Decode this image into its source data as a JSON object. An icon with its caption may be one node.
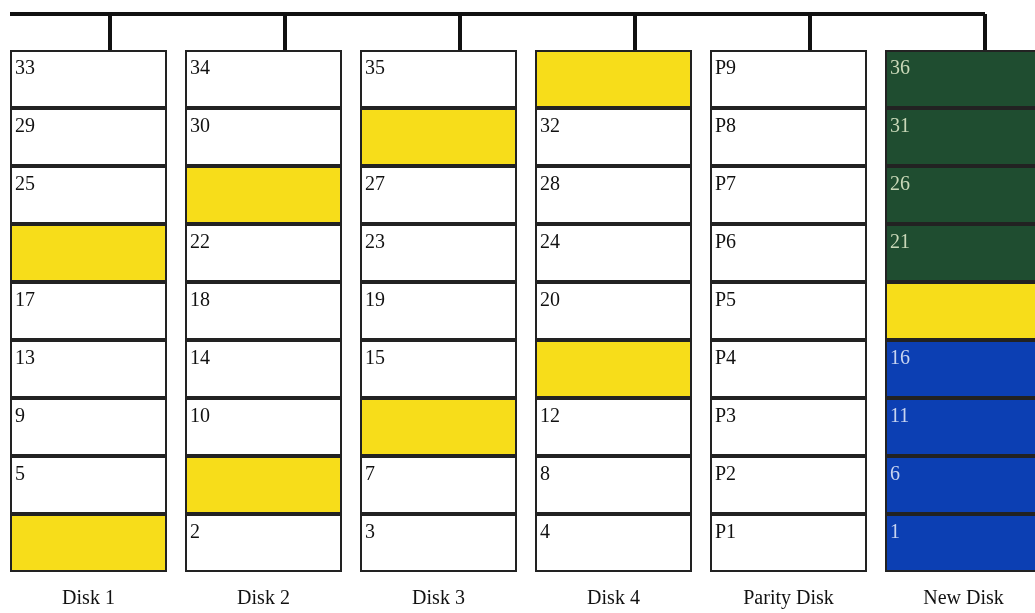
{
  "diagram": {
    "nodes": [
      {
        "text": [],
        "shape": "bar"
      },
      {
        "text": [
          "Disk 1"
        ]
      },
      {
        "text": [
          "33"
        ],
        "in": 1
      },
      {
        "text": [
          "29"
        ],
        "in": 1
      },
      {
        "text": [
          "25"
        ],
        "in": 1
      },
      {
        "text": [],
        "shape": "box",
        "in": 1
      },
      {
        "text": [
          "17"
        ],
        "in": 1
      },
      {
        "text": [
          "13"
        ],
        "in": 1
      },
      {
        "text": [
          "9"
        ],
        "in": 1
      },
      {
        "text": [
          "5"
        ],
        "in": 1
      },
      {
        "text": [],
        "shape": "box",
        "in": 1
      },
      {
        "text": [
          "Disk 2"
        ]
      },
      {
        "text": [
          "34"
        ],
        "in": 11
      },
      {
        "text": [
          "30"
        ],
        "in": 11
      },
      {
        "text": [],
        "shape": "box",
        "in": 11
      },
      {
        "text": [
          "22"
        ],
        "in": 11
      },
      {
        "text": [
          "18"
        ],
        "in": 11
      },
      {
        "text": [
          "14"
        ],
        "in": 11
      },
      {
        "text": [
          "10"
        ],
        "in": 11
      },
      {
        "text": [],
        "shape": "box",
        "in": 11
      },
      {
        "text": [
          "2"
        ],
        "in": 11
      },
      {
        "text": [
          "Disk 3"
        ]
      },
      {
        "text": [
          "35"
        ],
        "in": 21
      },
      {
        "text": [],
        "shape": "box",
        "in": 21
      },
      {
        "text": [
          "27"
        ],
        "in": 21
      },
      {
        "text": [
          "23"
        ],
        "in": 21
      },
      {
        "text": [
          "19"
        ],
        "in": 21
      },
      {
        "text": [
          "15"
        ],
        "in": 21
      },
      {
        "text": [],
        "shape": "box",
        "in": 21
      },
      {
        "text": [
          "7"
        ],
        "in": 21
      },
      {
        "text": [
          "3"
        ],
        "in": 21
      },
      {
        "text": [
          "Disk 4"
        ]
      },
      {
        "text": [],
        "shape": "box",
        "in": 31
      },
      {
        "text": [
          "32"
        ],
        "in": 31
      },
      {
        "text": [
          "28"
        ],
        "in": 31
      },
      {
        "text": [
          "24"
        ],
        "in": 31
      },
      {
        "text": [
          "20"
        ],
        "in": 31
      },
      {
        "text": [],
        "shape": "box",
        "in": 31
      },
      {
        "text": [
          "12"
        ],
        "in": 31
      },
      {
        "text": [
          "8"
        ],
        "in": 31
      },
      {
        "text": [
          "4"
        ],
        "in": 31
      },
      {
        "text": [
          "Parity Disk"
        ]
      },
      {
        "text": [
          "P9"
        ],
        "in": 41
      },
      {
        "text": [
          "P8"
        ],
        "in": 41
      },
      {
        "text": [
          "P7"
        ],
        "in": 41
      },
      {
        "text": [
          "P6"
        ],
        "in": 41
      },
      {
        "text": [
          "P5"
        ],
        "in": 41
      },
      {
        "text": [
          "P4"
        ],
        "in": 41
      },
      {
        "text": [
          "P3"
        ],
        "in": 41
      },
      {
        "text": [
          "P2"
        ],
        "in": 41
      },
      {
        "text": [
          "P1"
        ],
        "in": 41
      },
      {
        "text": [
          "New Disk"
        ]
      },
      {
        "text": [
          "36"
        ],
        "in": 51
      },
      {
        "text": [
          "31"
        ],
        "in": 51
      },
      {
        "text": [
          "26"
        ],
        "in": 51
      },
      {
        "text": [
          "21"
        ],
        "in": 51
      },
      {
        "text": [],
        "shape": "box",
        "in": 51
      },
      {
        "text": [
          "16"
        ],
        "in": 51
      },
      {
        "text": [
          "11"
        ],
        "in": 51
      },
      {
        "text": [
          "6"
        ],
        "in": 51
      },
      {
        "text": [
          "1"
        ],
        "in": 51
      }
    ],
    "edges": [
      {
        "from": 0,
        "to": 1,
        "arrow": "none"
      },
      {
        "from": 0,
        "to": 11,
        "arrow": "none"
      },
      {
        "from": 0,
        "to": 21,
        "arrow": "none"
      },
      {
        "from": 0,
        "to": 31,
        "arrow": "none"
      },
      {
        "from": 0,
        "to": 41,
        "arrow": "none"
      },
      {
        "from": 0,
        "to": 51,
        "arrow": "none"
      }
    ]
  }
}
